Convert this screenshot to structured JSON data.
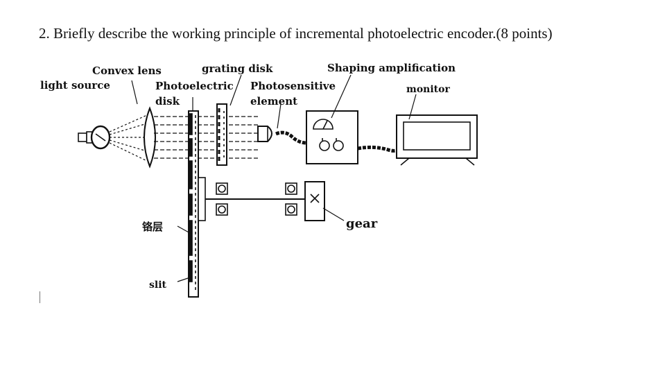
{
  "question": "2. Briefly describe the working principle of incremental photoelectric encoder.(8 points)",
  "diagram": {
    "labels": {
      "convex_lens": "Convex lens",
      "light_source": "light source",
      "grating_disk": "grating disk",
      "photoelectric_disk_line1": "Photoelectric",
      "photoelectric_disk_line2": "disk",
      "photosensitive_line1": "Photosensitive",
      "photosensitive_line2": "element",
      "shaping_amplification": "Shaping amplification",
      "monitor": "monitor",
      "chromium_layer": "铬层",
      "slit": "slit",
      "gear": "gear"
    }
  }
}
